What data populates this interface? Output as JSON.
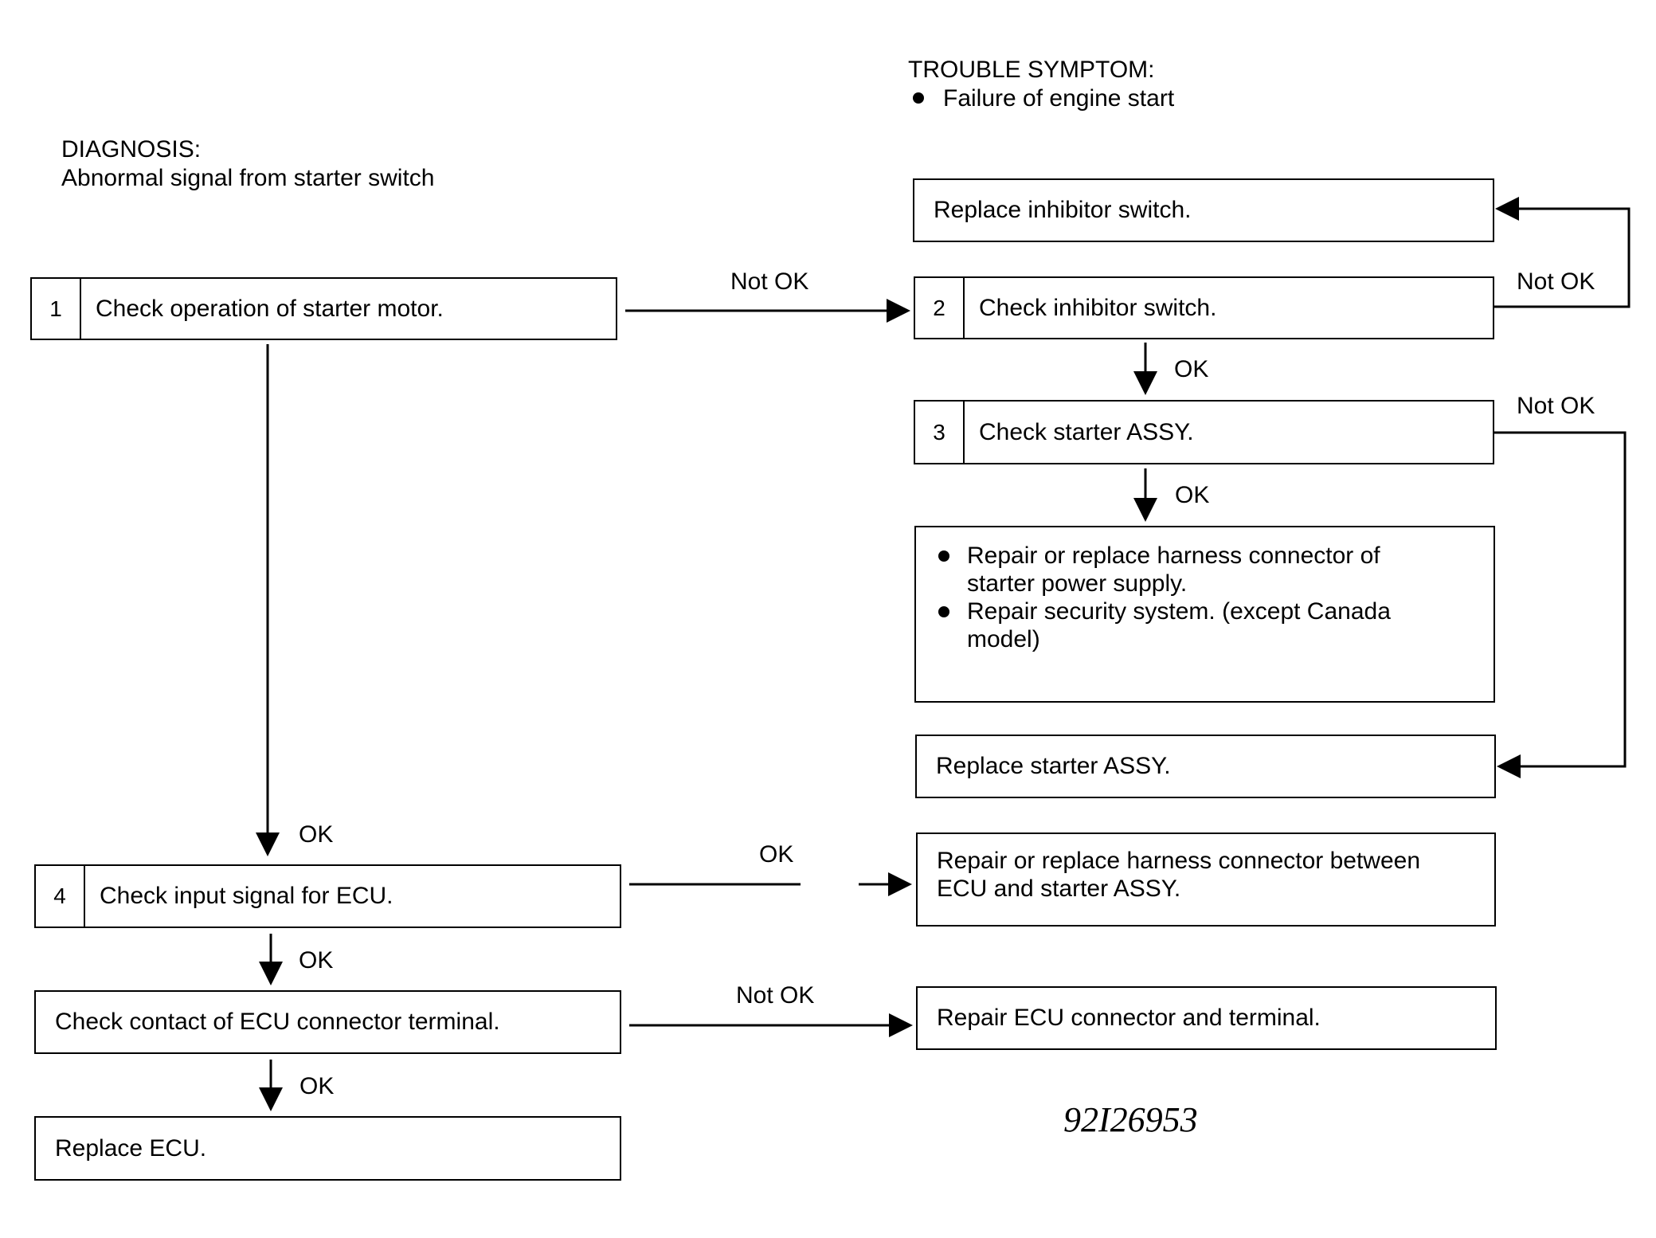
{
  "trouble_symptom": {
    "heading": "TROUBLE SYMPTOM:",
    "item": "Failure of engine start"
  },
  "diagnosis": {
    "heading": "DIAGNOSIS:",
    "text": "Abnormal signal from starter switch"
  },
  "steps": {
    "s1": {
      "number": "1",
      "label": "Check operation of starter motor."
    },
    "s2": {
      "number": "2",
      "label": "Check inhibitor switch."
    },
    "s3": {
      "number": "3",
      "label": "Check starter ASSY."
    },
    "s4": {
      "number": "4",
      "label": "Check input signal for ECU."
    },
    "s5": {
      "label": "Check contact of ECU connector terminal."
    }
  },
  "results": {
    "replace_inhibitor": "Replace inhibitor switch.",
    "repair_harness_starter": {
      "b1_line1": "Repair or replace harness connector of",
      "b1_line2": "starter power supply.",
      "b2_line1": "Repair security system. (except Canada",
      "b2_line2": "model)"
    },
    "replace_starter": "Replace starter ASSY.",
    "repair_harness_ecu_line1": "Repair or replace harness connector between",
    "repair_harness_ecu_line2": "ECU and starter ASSY.",
    "repair_ecu_connector": "Repair ECU connector and terminal.",
    "replace_ecu": "Replace ECU."
  },
  "edge_labels": {
    "s1_to_s2": "Not OK",
    "s2_to_replace": "Not OK",
    "s2_to_s3": "OK",
    "s3_to_replace": "Not OK",
    "s3_to_repair": "OK",
    "s1_to_s4": "OK",
    "s4_to_repair": "OK",
    "s4_to_s5": "OK",
    "s5_to_repair": "Not OK",
    "s5_to_replace": "OK"
  },
  "figure_id": "92I26953"
}
